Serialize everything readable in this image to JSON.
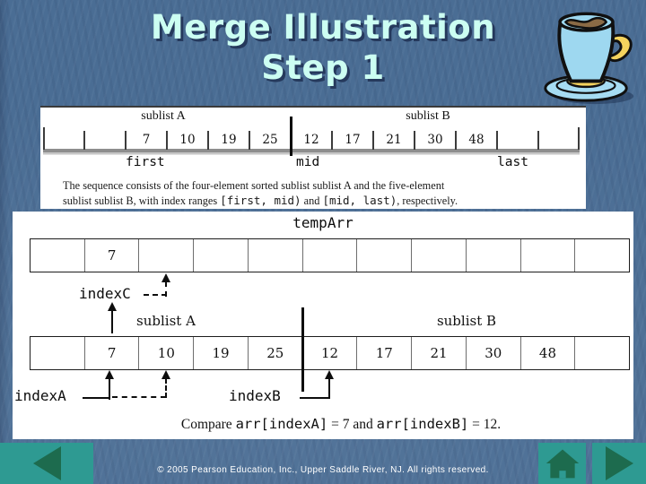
{
  "title": {
    "line1": "Merge Illustration",
    "line2": "Step 1"
  },
  "colors": {
    "background": "#4a6d94",
    "title_text": "#ccfef2",
    "panel": "#ffffff",
    "nav_teal": "#2e9a92",
    "nav_dark_green": "#1d6b4e"
  },
  "figure_top": {
    "sublist_a_label": "sublist A",
    "sublist_b_label": "sublist B",
    "cells": [
      "",
      "",
      "7",
      "10",
      "19",
      "25",
      "12",
      "17",
      "21",
      "30",
      "48",
      "",
      ""
    ],
    "pointers": {
      "first": "first",
      "mid": "mid",
      "last": "last"
    },
    "caption": {
      "line1": "The sequence consists of the four-element sorted sublist sublist A and the five-element",
      "line2_pre": "sublist sublist B, with index ranges ",
      "code1": "[first, mid)",
      "mid": " and ",
      "code2": "[mid, last)",
      "post": ", respectively."
    }
  },
  "figure_main": {
    "temp_label": "tempArr",
    "temp_cells": [
      "",
      "7",
      "",
      "",
      "",
      "",
      "",
      "",
      "",
      "",
      ""
    ],
    "index_c_label": "indexC",
    "sublist_a_label": "sublist A",
    "sublist_b_label": "sublist B",
    "arr_cells": [
      "",
      "7",
      "10",
      "19",
      "25",
      "12",
      "17",
      "21",
      "30",
      "48",
      ""
    ],
    "index_a_label": "indexA",
    "index_b_label": "indexB",
    "compare": {
      "text1": "Compare ",
      "code1": "arr[indexA]",
      "text2": " = 7 and ",
      "code2": "arr[indexB]",
      "text3": " = 12."
    }
  },
  "nav": {
    "back_icon": "left-triangle",
    "home_icon": "house",
    "forward_icon": "right-triangle"
  },
  "footer": {
    "copyright": "© 2005 Pearson Education, Inc., Upper Saddle River, NJ.  All rights reserved."
  }
}
